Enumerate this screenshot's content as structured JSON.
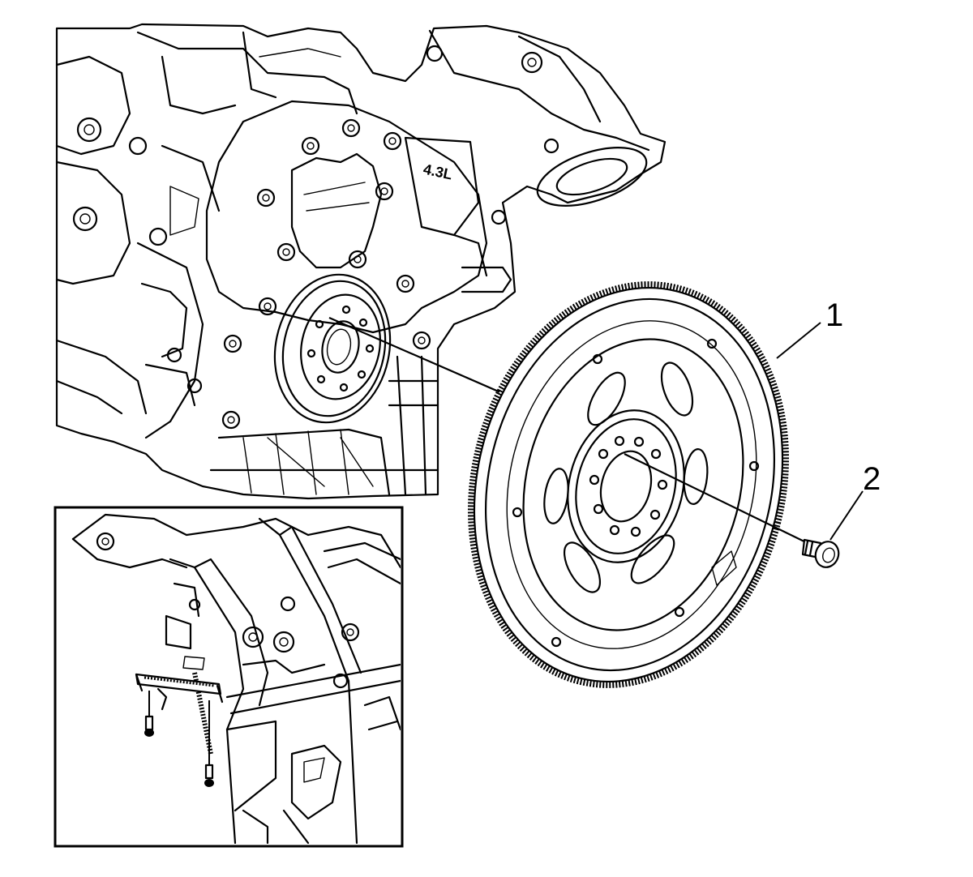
{
  "callouts": [
    {
      "number": "1",
      "part": "flywheel"
    },
    {
      "number": "2",
      "part": "flywheel-bolt"
    }
  ],
  "engine_marking": "4.3L",
  "colors": {
    "ink": "#000000",
    "background": "#ffffff"
  }
}
